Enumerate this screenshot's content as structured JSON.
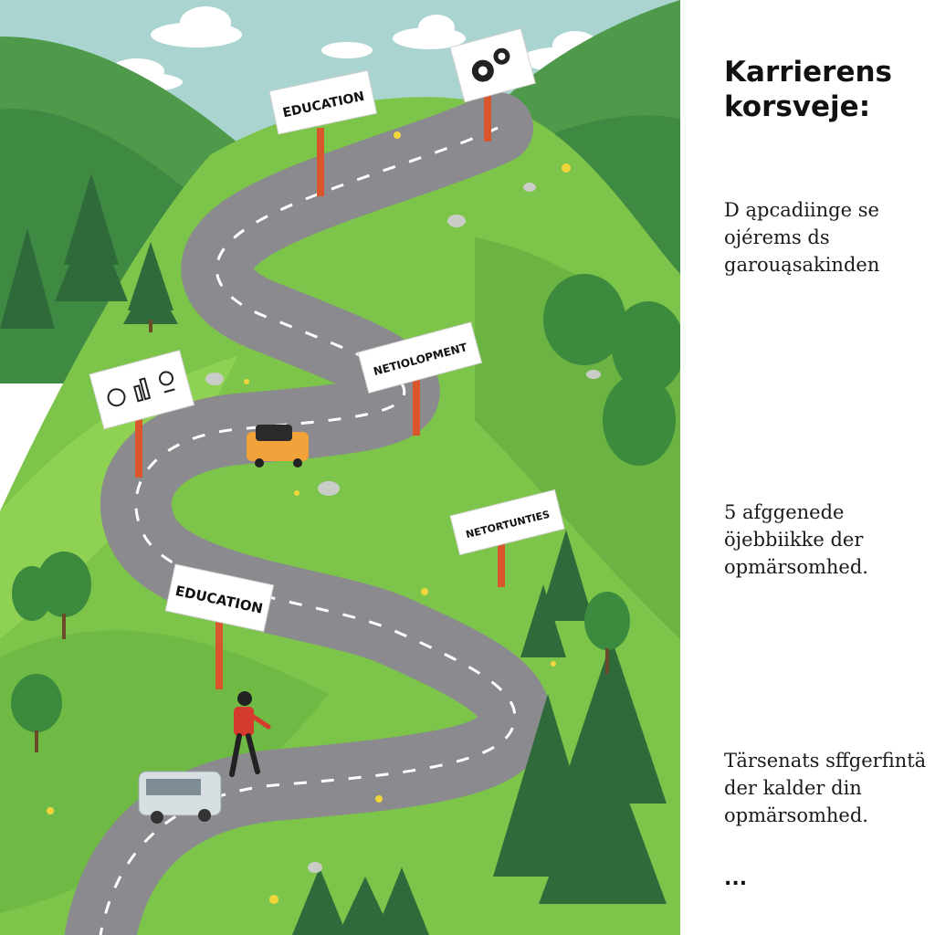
{
  "panel": {
    "title": "Karrierens korsveje:",
    "paragraph_1": "D ąpcadiinge se ojérems ds garouąsakinden",
    "paragraph_2": "5 afggenede öjebbiikke der opmärsomhed.",
    "paragraph_3": "Tärsenats sffgerfintä der kalder din opmärsomhed.",
    "ellipsis": "..."
  },
  "signs": {
    "education_top": "EDUCATION",
    "development": "NETIOLOPMENT",
    "opportunities": "NETORTUNTIES",
    "education_bottom": "EDUCATION",
    "icon_sign_top": "gears-icon",
    "icon_sign_left": "career-icons"
  },
  "colors": {
    "sky": "#a9d4cf",
    "grass": "#7cc44a",
    "road": "#8a8a8f",
    "forest": "#2f6b3a",
    "pole": "#d9552c"
  }
}
